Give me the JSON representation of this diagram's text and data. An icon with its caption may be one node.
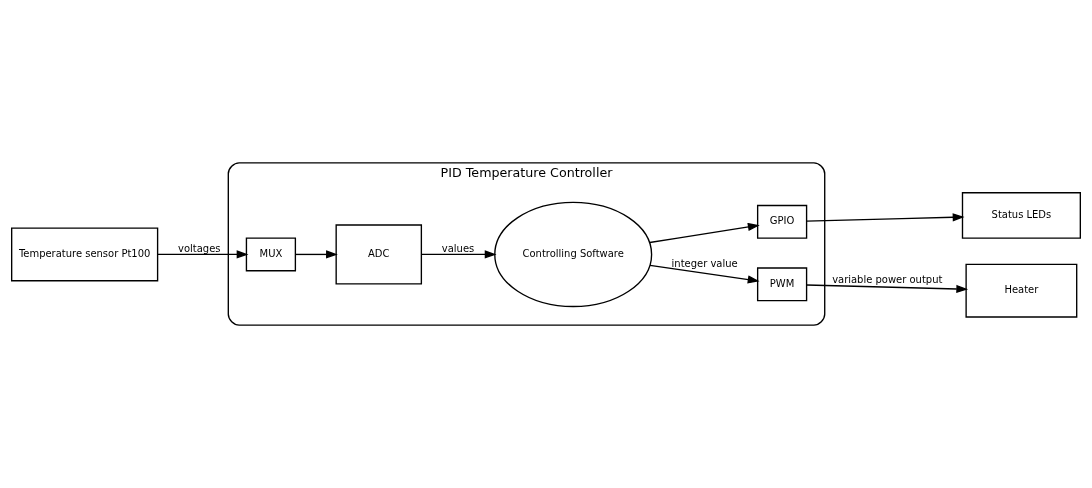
{
  "diagram": {
    "nodes": [
      {
        "text": [
          "PID Temperature Controller"
        ]
      },
      {
        "text": [
          "Temperature sensor Pt100"
        ]
      },
      {
        "text": [
          "MUX"
        ],
        "in": 0
      },
      {
        "text": [
          "ADC"
        ],
        "in": 0
      },
      {
        "text": [
          "Controlling Software"
        ],
        "in": 0
      },
      {
        "text": [
          "GPIO"
        ],
        "in": 0
      },
      {
        "text": [
          "PWM"
        ],
        "in": 0
      },
      {
        "text": [
          "Status LEDs"
        ]
      },
      {
        "text": [
          "Heater"
        ]
      }
    ],
    "edges": [
      {
        "from": 1,
        "to": 2,
        "arrow": "to",
        "label": "voltages"
      },
      {
        "from": 2,
        "to": 3,
        "arrow": "to"
      },
      {
        "from": 3,
        "to": 4,
        "arrow": "to",
        "label": "values"
      },
      {
        "from": 4,
        "to": 5,
        "arrow": "to"
      },
      {
        "from": 5,
        "to": 7,
        "arrow": "to"
      },
      {
        "from": 4,
        "to": 6,
        "arrow": "to",
        "label": "integer value"
      },
      {
        "from": 6,
        "to": 8,
        "arrow": "to",
        "label": "variable power output"
      }
    ]
  }
}
